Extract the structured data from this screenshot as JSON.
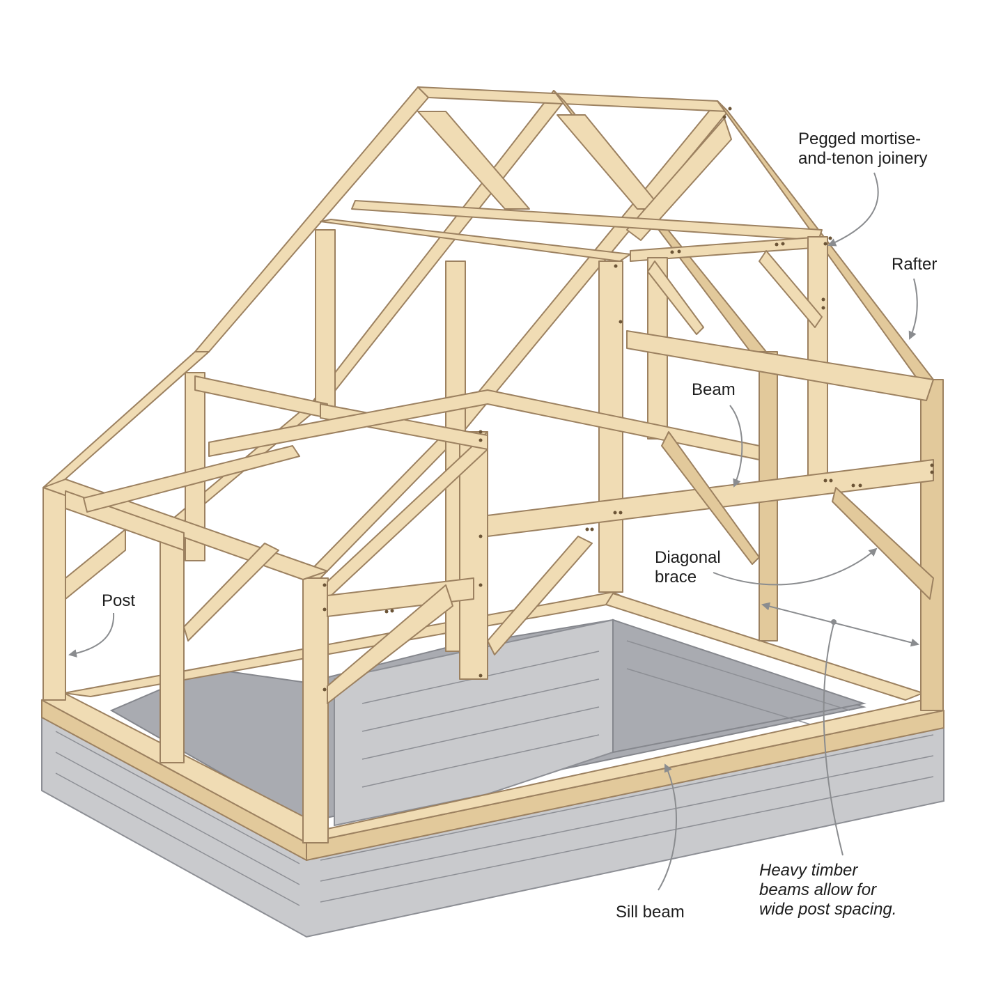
{
  "labels": {
    "pegged": [
      "Pegged mortise-",
      "and-tenon joinery"
    ],
    "rafter": "Rafter",
    "beam": "Beam",
    "diagonal": [
      "Diagonal",
      "brace"
    ],
    "post": "Post",
    "sill": "Sill beam",
    "heavy": [
      "Heavy timber",
      "beams allow for",
      "wide post spacing."
    ]
  },
  "colors": {
    "timber": "#f0dcb4",
    "timber_shadow": "#e2c99b",
    "stone": "#c9cacd",
    "leader_line": "#8a8c8f",
    "text": "#1d1d1d"
  }
}
